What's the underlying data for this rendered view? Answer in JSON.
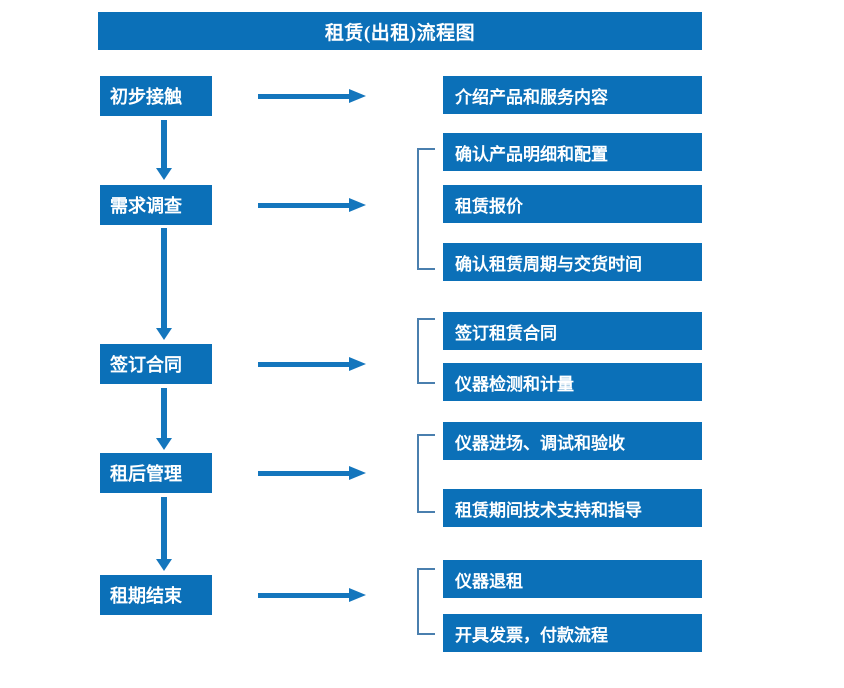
{
  "title": "租赁(出租)流程图",
  "colors": {
    "box_fill": "#0b70b8",
    "box_text": "#ffffff",
    "arrow": "#1476bd",
    "bracket": "#4a7fae",
    "background": "#ffffff"
  },
  "stages": [
    {
      "label": "初步接触"
    },
    {
      "label": "需求调查"
    },
    {
      "label": "签订合同"
    },
    {
      "label": "租后管理"
    },
    {
      "label": "租期结束"
    }
  ],
  "tasks": [
    {
      "label": "介绍产品和服务内容",
      "group": 0
    },
    {
      "label": "确认产品明细和配置",
      "group": 1
    },
    {
      "label": "租赁报价",
      "group": 1
    },
    {
      "label": "确认租赁周期与交货时间",
      "group": 1
    },
    {
      "label": "签订租赁合同",
      "group": 2
    },
    {
      "label": "仪器检测和计量",
      "group": 2
    },
    {
      "label": "仪器进场、调试和验收",
      "group": 3
    },
    {
      "label": "租赁期间技术支持和指导",
      "group": 3
    },
    {
      "label": "仪器退租",
      "group": 4
    },
    {
      "label": "开具发票，付款流程",
      "group": 4
    }
  ],
  "icons": {
    "flow_arrow": "right-arrow-icon",
    "step_arrow": "down-arrow-icon",
    "group_bracket": "group-bracket-icon"
  }
}
